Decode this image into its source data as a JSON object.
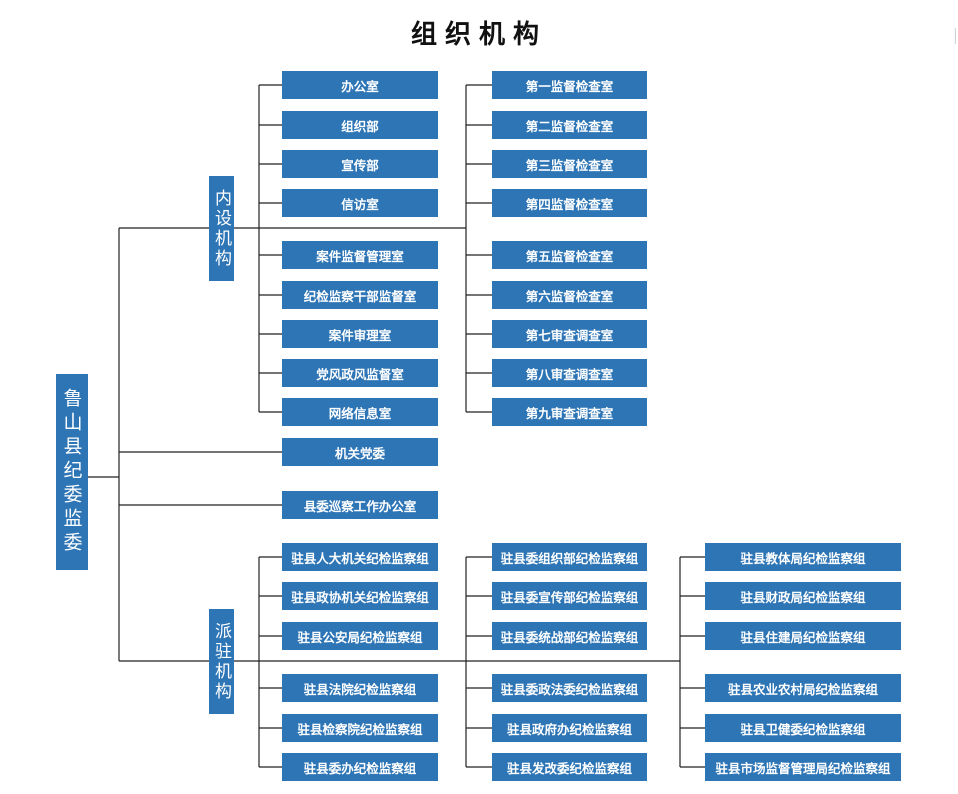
{
  "title": "组织机构",
  "root": "鲁山县纪委监委",
  "neishe": {
    "label": "内设机构",
    "left": [
      "办公室",
      "组织部",
      "宣传部",
      "信访室",
      "案件监督管理室",
      "纪检监察干部监督室",
      "案件审理室",
      "党风政风监督室",
      "网络信息室"
    ],
    "right": [
      "第一监督检查室",
      "第二监督检查室",
      "第三监督检查室",
      "第四监督检查室",
      "第五监督检查室",
      "第六监督检查室",
      "第七审查调查室",
      "第八审查调查室",
      "第九审查调查室"
    ]
  },
  "direct": [
    "机关党委",
    "县委巡察工作办公室"
  ],
  "paizhu": {
    "label": "派驻机构",
    "col1": [
      "驻县人大机关纪检监察组",
      "驻县政协机关纪检监察组",
      "驻县公安局纪检监察组",
      "驻县法院纪检监察组",
      "驻县检察院纪检监察组",
      "驻县委办纪检监察组"
    ],
    "col2": [
      "驻县委组织部纪检监察组",
      "驻县委宣传部纪检监察组",
      "驻县委统战部纪检监察组",
      "驻县委政法委纪检监察组",
      "驻县政府办纪检监察组",
      "驻县发改委纪检监察组"
    ],
    "col3": [
      "驻县教体局纪检监察组",
      "驻县财政局纪检监察组",
      "驻县住建局纪检监察组",
      "驻县农业农村局纪检监察组",
      "驻县卫健委纪检监察组",
      "驻县市场监督管理局纪检监察组"
    ]
  }
}
